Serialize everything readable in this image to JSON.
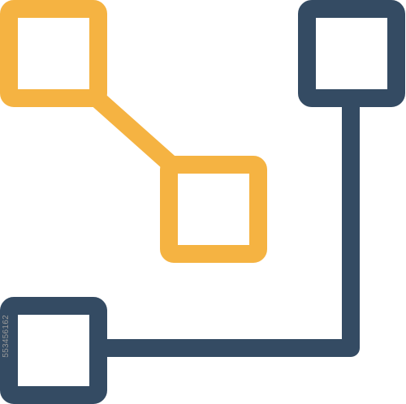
{
  "icon": {
    "name": "network-nodes-icon",
    "colors": {
      "accent": "#F5B342",
      "primary": "#344B63",
      "background": "#FFFFFF"
    },
    "nodes": [
      {
        "name": "top-left-node",
        "color": "accent"
      },
      {
        "name": "middle-node",
        "color": "accent"
      },
      {
        "name": "top-right-node",
        "color": "primary"
      },
      {
        "name": "bottom-left-node",
        "color": "primary"
      }
    ],
    "connectors": [
      {
        "name": "diagonal-connector",
        "color": "accent"
      },
      {
        "name": "elbow-connector",
        "color": "primary"
      }
    ]
  },
  "watermark": {
    "stock_id": "553456162"
  }
}
